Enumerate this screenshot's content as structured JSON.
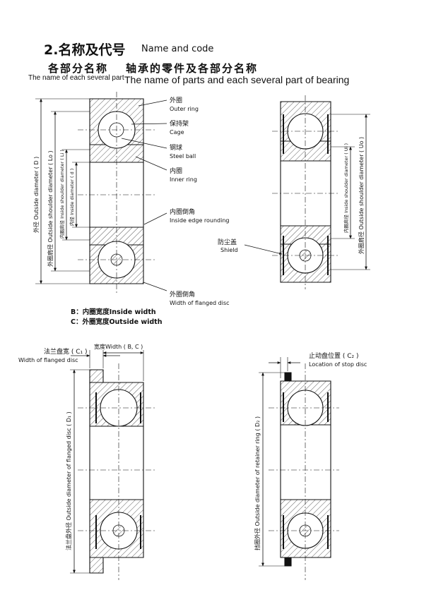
{
  "header": {
    "title_cn": "2.名称及代号",
    "title_en": "Name and code",
    "left_cn": "各部分名称",
    "left_en": "The name of each several part",
    "right_cn": "轴承的零件及各部分名称",
    "right_en": "The name of parts and each several part of bearing"
  },
  "fig1": {
    "outer_ring": {
      "cn": "外圈",
      "en": "Outer ring"
    },
    "cage": {
      "cn": "保持架",
      "en": "Cage"
    },
    "steel_ball": {
      "cn": "钢球",
      "en": "Steel ball"
    },
    "inner_ring": {
      "cn": "内圈",
      "en": "Inner ring"
    },
    "inside_edge": {
      "cn": "内圈倒角",
      "en": "Inside edge rounding"
    },
    "outer_edge": {
      "cn": "外圈倒角",
      "en": "Width of flanged disc"
    },
    "dim_D": "外径 Outside diameter ( D )",
    "dim_Lo": "外圈肩径 Outside shoulder diameter ( Lo )",
    "dim_Li": "内圈肩径 Inside shoulder diameter ( Li )",
    "dim_d": "内径 Inside diameter ( d )",
    "note_B": "B：内圈宽度Inside width",
    "note_C": "C：外圈宽度Outside width"
  },
  "fig2": {
    "shield": {
      "cn": "防尘盖",
      "en": "Shield"
    },
    "dim_Uo": "外圈肩径 Outside shoulder diameter ( Uo )",
    "dim_Ui": "内圈肩径 Inside shoulder diameter ( Ui )"
  },
  "fig3": {
    "flange_cn": "法兰盘宽 ( C₁ )",
    "flange_en": "Width of flanged disc",
    "width": "宽度Width ( B, C )",
    "dim_D1": "法兰盘外径 Outside diameter of flanged disc ( D₁ )"
  },
  "fig4": {
    "stop_cn": "止动盘位置 ( C₂ )",
    "stop_en": "Location of stop disc",
    "dim_D2": "挡圈外径 Outside diameter of retainer ring ( D₂ )"
  }
}
